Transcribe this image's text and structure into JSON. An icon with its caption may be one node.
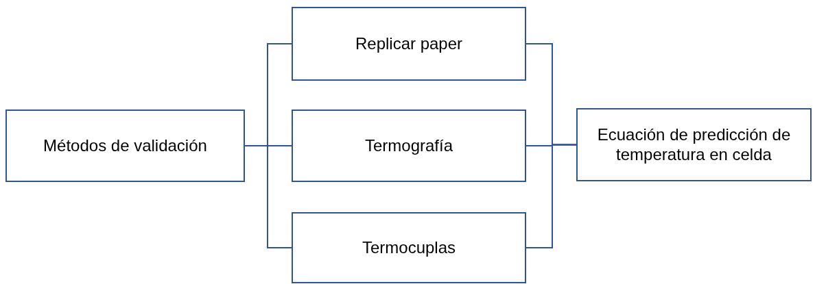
{
  "diagram": {
    "nodes": [
      {
        "text": [
          "Métodos de validación"
        ]
      },
      {
        "text": [
          "Replicar paper"
        ]
      },
      {
        "text": [
          "Termografía"
        ]
      },
      {
        "text": [
          "Termocuplas"
        ]
      },
      {
        "text": [
          "Ecuación de predicción de temperatura en celda"
        ]
      }
    ],
    "edges": [
      {
        "from": 0,
        "to": 1,
        "arrow": "none"
      },
      {
        "from": 0,
        "to": 2,
        "arrow": "none"
      },
      {
        "from": 0,
        "to": 3,
        "arrow": "none"
      },
      {
        "from": 1,
        "to": 4,
        "arrow": "none"
      },
      {
        "from": 2,
        "to": 4,
        "arrow": "none"
      },
      {
        "from": 3,
        "to": 4,
        "arrow": "none"
      }
    ]
  }
}
